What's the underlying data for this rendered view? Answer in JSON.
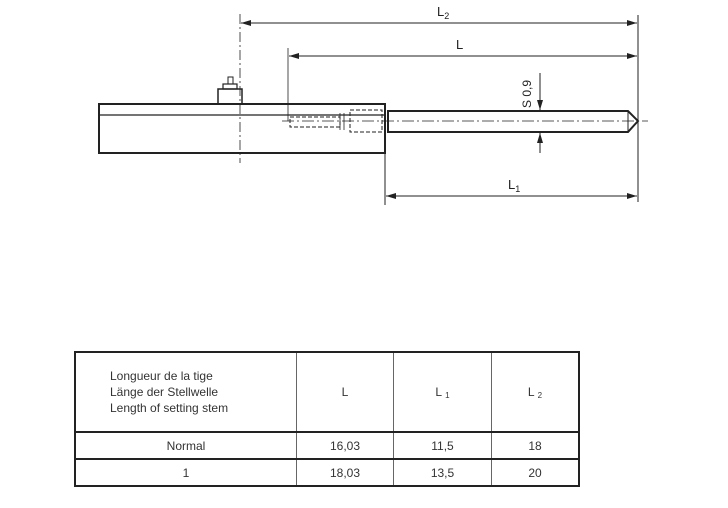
{
  "drawing": {
    "labels": {
      "L2_main": "L",
      "L2_sub": "2",
      "L": "L",
      "L1_main": "L",
      "L1_sub": "1",
      "diameter": "S 0,9"
    }
  },
  "table": {
    "header": {
      "description": [
        "Longueur de la tige",
        "Länge der Stellwelle",
        "Length of setting stem"
      ],
      "columns": [
        {
          "main": "L",
          "sub": ""
        },
        {
          "main": "L",
          "sub": "1"
        },
        {
          "main": "L",
          "sub": "2"
        }
      ]
    },
    "rows": [
      {
        "label": "Normal",
        "L": "16,03",
        "L1": "11,5",
        "L2": "18"
      },
      {
        "label": "1",
        "L": "18,03",
        "L1": "13,5",
        "L2": "20"
      }
    ]
  }
}
